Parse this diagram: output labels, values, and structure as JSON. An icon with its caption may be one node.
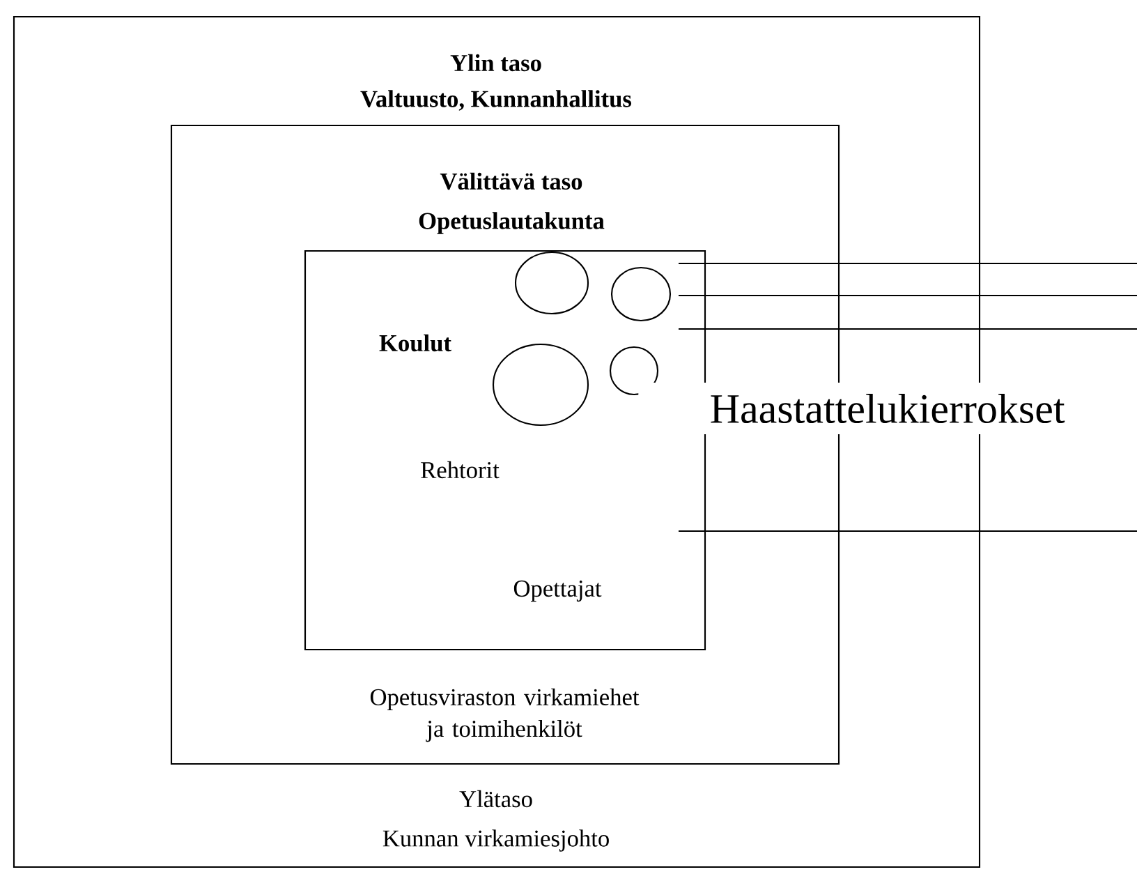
{
  "diagram": {
    "nodes": [
      {
        "text": [
          "Ylin taso",
          "Valtuusto, Kunnanhallitus",
          "Ylätaso",
          "Kunnan virkamiesjohto"
        ]
      },
      {
        "text": [
          "Välittävä taso",
          "Opetuslautakunta",
          "Opetusviraston virkamiehet ja toimihenkilöt"
        ],
        "in": 0
      },
      {
        "text": [
          "Koulut",
          "Rehtorit",
          "Opettajat"
        ],
        "in": 1
      }
    ],
    "labels": [
      "Haastattelukierrokset"
    ]
  }
}
